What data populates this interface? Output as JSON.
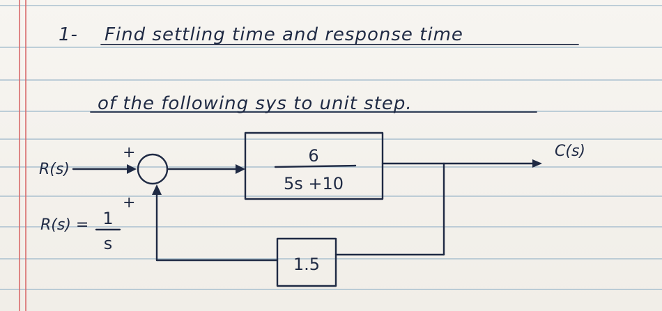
{
  "problem": {
    "number": "1-",
    "line1": "Find settling time and response time",
    "line2": "of the following sys to unit step."
  },
  "diagram": {
    "input_label": "R(s)",
    "summing_signs": [
      "+",
      "+"
    ],
    "forward_block": {
      "numerator": "6",
      "denominator": "5s +10"
    },
    "feedback_block": "1.5",
    "output_label": "C(s)",
    "input_definition": {
      "lhs": "R(s) =",
      "numerator": "1",
      "denominator": "s"
    }
  },
  "colors": {
    "ink": "#1f2a44",
    "ruled_lines": "#9bb6c9",
    "margin_lines": "#d96b6b"
  }
}
